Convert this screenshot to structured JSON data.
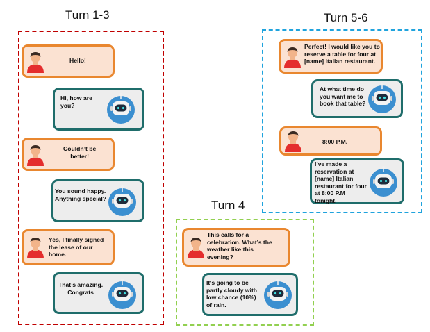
{
  "labels": {
    "turn_1_3": "Turn 1-3",
    "turn_4": "Turn 4",
    "turn_5_6": "Turn 5-6"
  },
  "colors": {
    "frame_turn_1_3": "#c00000",
    "frame_turn_4": "#92d050",
    "frame_turn_5_6": "#1fa3dd",
    "user_bubble_fill": "#fbe2d2",
    "user_bubble_border": "#e9872f",
    "bot_bubble_fill": "#ededed",
    "bot_bubble_border": "#1f6d6b"
  },
  "dialogue": {
    "turn_1_3": [
      {
        "speaker": "user",
        "icon": "person-icon",
        "text": "Hello!"
      },
      {
        "speaker": "bot",
        "icon": "robot-icon",
        "text": "Hi, how are\nyou?"
      },
      {
        "speaker": "user",
        "icon": "person-icon",
        "text": "Couldn’t be\nbetter!"
      },
      {
        "speaker": "bot",
        "icon": "robot-icon",
        "text": "You sound happy.\nAnything special?"
      },
      {
        "speaker": "user",
        "icon": "person-icon",
        "text": "Yes, I finally signed\nthe lease of our\nhome."
      },
      {
        "speaker": "bot",
        "icon": "robot-icon",
        "text": "That’s amazing.\nCongrats"
      }
    ],
    "turn_4": [
      {
        "speaker": "user",
        "icon": "person-icon",
        "text": "This calls for a\ncelebration. What’s the\nweather like this\nevening?"
      },
      {
        "speaker": "bot",
        "icon": "robot-icon",
        "text": "It’s going to be\npartly cloudy with\nlow chance (10%)\nof rain."
      }
    ],
    "turn_5_6": [
      {
        "speaker": "user",
        "icon": "person-icon",
        "text": "Perfect! I would like you to\nreserve a table for four at\n[name] Italian restaurant."
      },
      {
        "speaker": "bot",
        "icon": "robot-icon",
        "text": "At what time do\nyou want me to\nbook that table?"
      },
      {
        "speaker": "user",
        "icon": "person-icon",
        "text": "8:00 P.M."
      },
      {
        "speaker": "bot",
        "icon": "robot-icon",
        "text": "I’ve made a\nreservation at\n[name] Italian\nrestaurant for four\nat 8:00 P.M\ntonight."
      }
    ]
  }
}
